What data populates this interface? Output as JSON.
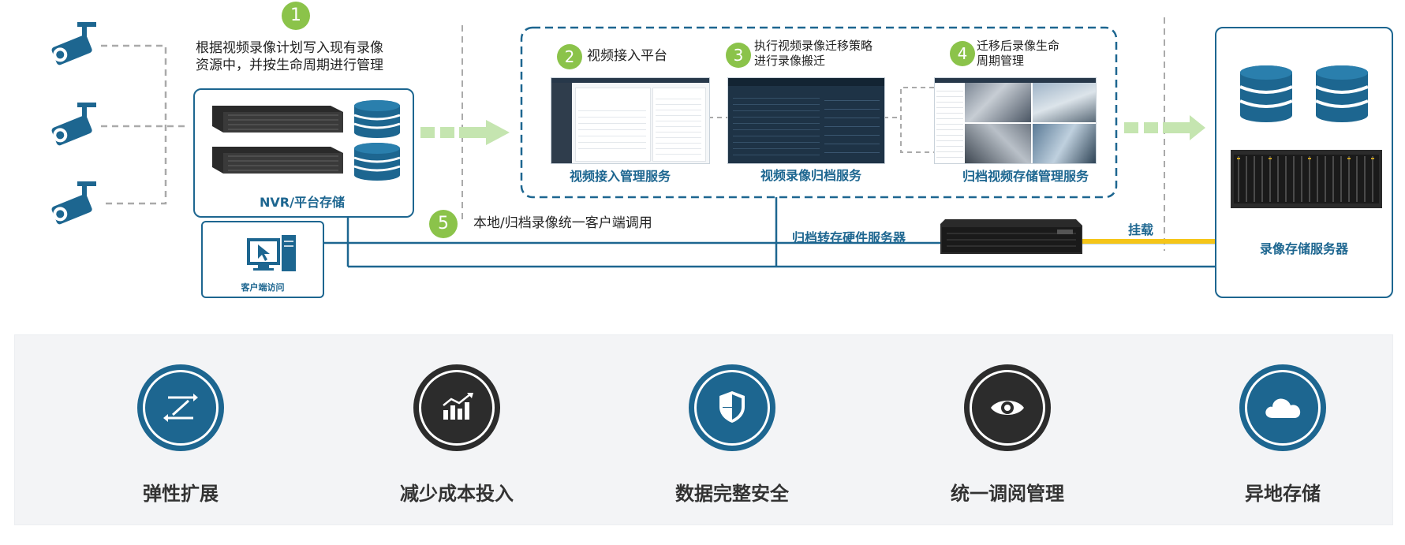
{
  "steps": {
    "s1": "1",
    "s2": "2",
    "s3": "3",
    "s4": "4",
    "s5": "5"
  },
  "step1_text_line1": "根据视频录像计划写入现有录像",
  "step1_text_line2": "资源中，并按生命周期进行管理",
  "step2_text": "视频接入平台",
  "step3_text_line1": "执行视频录像迁移策略",
  "step3_text_line2": "进行录像搬迁",
  "step4_text_line1": "迁移后录像生命",
  "step4_text_line2": "周期管理",
  "step5_text": "本地/归档录像统一客户端调用",
  "nvr_label": "NVR/平台存储",
  "client_label": "客户端访问",
  "service1_label": "视频接入管理服务",
  "service2_label": "视频录像归档服务",
  "service3_label": "归档视频存储管理服务",
  "archive_server_label": "归档转存硬件服务器",
  "mount_label": "挂载",
  "storage_server_label": "录像存储服务器",
  "features": [
    {
      "label": "弹性扩展",
      "icon": "elastic-arrows-icon"
    },
    {
      "label": "减少成本投入",
      "icon": "bar-chart-icon"
    },
    {
      "label": "数据完整安全",
      "icon": "shield-icon"
    },
    {
      "label": "统一调阅管理",
      "icon": "eye-icon"
    },
    {
      "label": "异地存储",
      "icon": "cloud-icon"
    }
  ],
  "colors": {
    "primary": "#1d6690",
    "step_green": "#8bc34a",
    "arrow_green": "#c5e5b0",
    "mount_line": "#f5c518",
    "dash_gray": "#aaaaaa"
  }
}
